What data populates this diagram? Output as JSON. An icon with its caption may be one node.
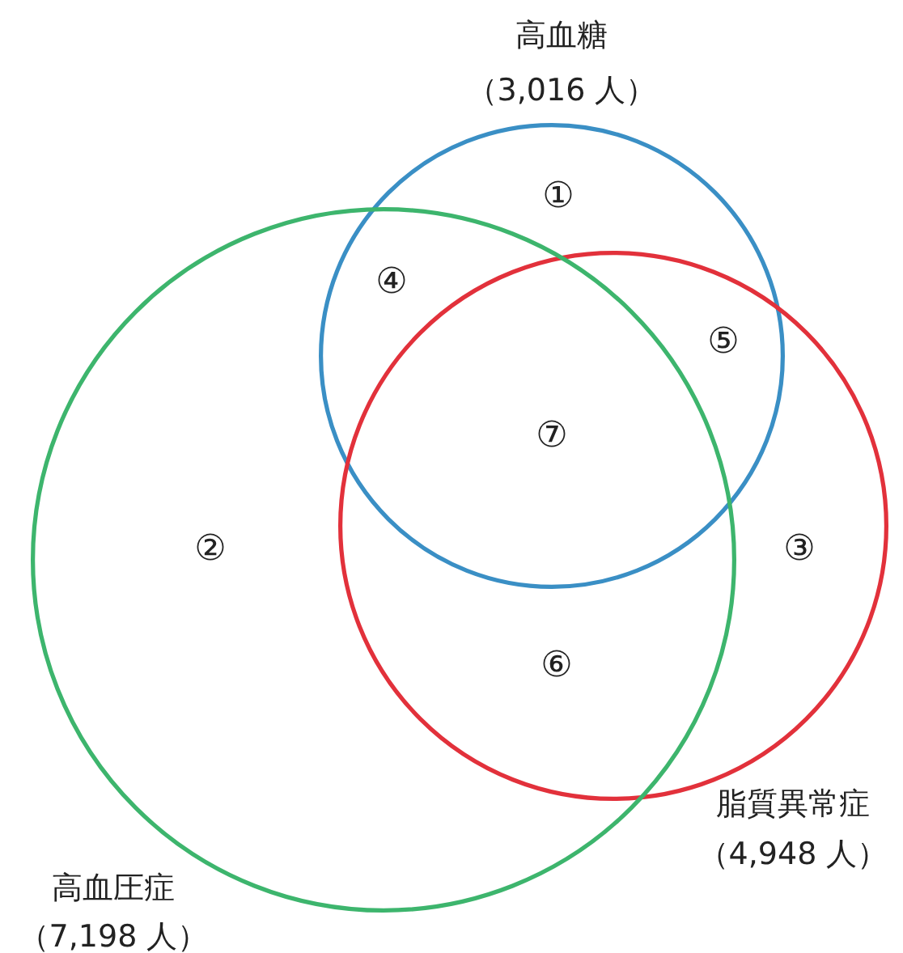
{
  "diagram": {
    "nodes": [
      {
        "text": [
          "高血糖",
          "（3,016 人）"
        ]
      },
      {
        "text": [
          "脂質異常症",
          "（4,948 人）"
        ]
      },
      {
        "text": [
          "高血圧症",
          "（7,198 人）"
        ]
      }
    ],
    "labels": [
      "①",
      "④",
      "⑤",
      "⑦",
      "②",
      "③",
      "⑥"
    ]
  }
}
